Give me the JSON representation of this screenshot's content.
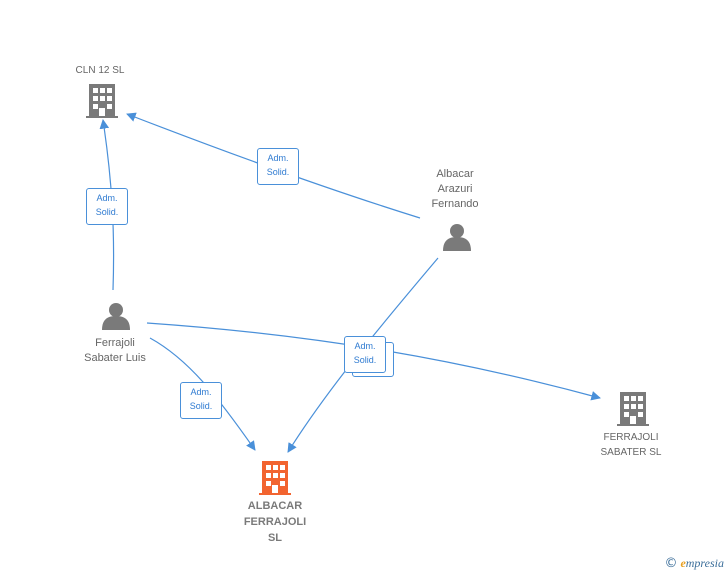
{
  "colors": {
    "edge": "#4a90d9",
    "node_icon": "#7a7a7a",
    "focus_icon": "#f26430",
    "label": "#666666"
  },
  "nodes": {
    "cln12": {
      "name": "CLN 12  SL",
      "icon": "building-icon"
    },
    "albacar_fernando": {
      "line1": "Albacar",
      "line2": "Arazuri",
      "line3": "Fernando",
      "icon": "person-icon"
    },
    "ferrajoli_luis": {
      "line1": "Ferrajoli",
      "line2": "Sabater Luis",
      "icon": "person-icon"
    },
    "ferrajoli_sabater_sl": {
      "line1": "FERRAJOLI",
      "line2": "SABATER SL",
      "icon": "building-icon"
    },
    "albacar_ferrajoli_sl": {
      "line1": "ALBACAR",
      "line2": "FERRAJOLI",
      "line3": "SL",
      "icon": "building-icon"
    }
  },
  "edges": {
    "e1": {
      "line1": "Adm.",
      "line2": "Solid."
    },
    "e2": {
      "line1": "Adm.",
      "line2": "Solid."
    },
    "e3": {
      "line1": "Adm.",
      "line2": "Solid."
    },
    "e4": {
      "line1": "Adm.",
      "line2": "Solid."
    }
  },
  "brand": {
    "copyright": "©",
    "e": "e",
    "rest": "mpresia"
  }
}
